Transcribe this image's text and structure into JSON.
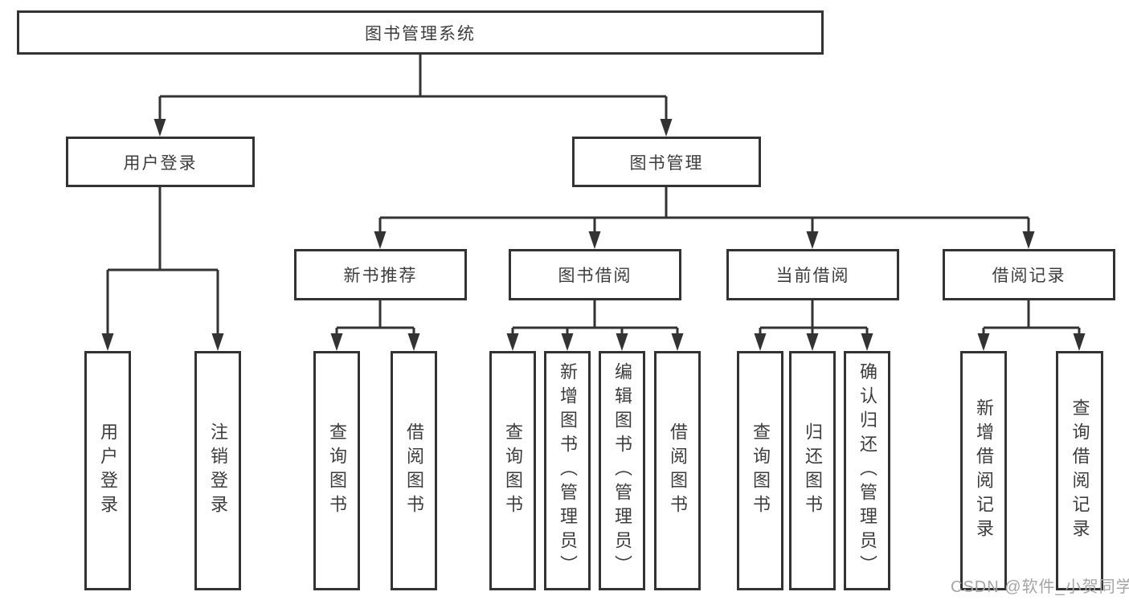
{
  "diagram": {
    "type": "hierarchy-tree",
    "title": "图书管理系统"
  },
  "tree": {
    "label": "图书管理系统",
    "children": [
      {
        "label": "用户登录",
        "children": [
          {
            "label": "用户登录"
          },
          {
            "label": "注销登录"
          }
        ]
      },
      {
        "label": "图书管理",
        "children": [
          {
            "label": "新书推荐",
            "children": [
              {
                "label": "查询图书"
              },
              {
                "label": "借阅图书"
              }
            ]
          },
          {
            "label": "图书借阅",
            "children": [
              {
                "label": "查询图书"
              },
              {
                "label": "新增图书（管理员）"
              },
              {
                "label": "编辑图书（管理员）"
              },
              {
                "label": "借阅图书"
              }
            ]
          },
          {
            "label": "当前借阅",
            "children": [
              {
                "label": "查询图书"
              },
              {
                "label": "归还图书"
              },
              {
                "label": "确认归还（管理员）"
              }
            ]
          },
          {
            "label": "借阅记录",
            "children": [
              {
                "label": "新增借阅记录"
              },
              {
                "label": "查询借阅记录"
              }
            ]
          }
        ]
      }
    ]
  },
  "watermark": "CSDN @软件_小贺同学",
  "colors": {
    "line": "#333333",
    "box_border": "#333333",
    "text": "#3d3d3d",
    "watermark": "#a5a5a5",
    "background": "#ffffff"
  }
}
